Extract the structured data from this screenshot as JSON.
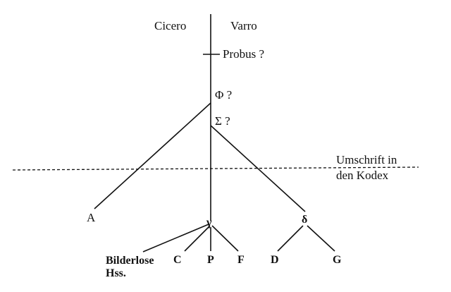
{
  "header": {
    "left_label": "Cicero",
    "right_label": "Varro"
  },
  "nodes": {
    "probus": "Probus ?",
    "phi": "Φ ?",
    "sigma": "Σ ?",
    "A": "A",
    "gamma": "γ",
    "delta": "δ",
    "C": "C",
    "P": "P",
    "F": "F",
    "D": "D",
    "G": "G",
    "bilderlose_line1": "Bilderlose",
    "bilderlose_line2": "Hss."
  },
  "annotation": {
    "line1": "Umschrift in",
    "line2": "den Kodex"
  }
}
